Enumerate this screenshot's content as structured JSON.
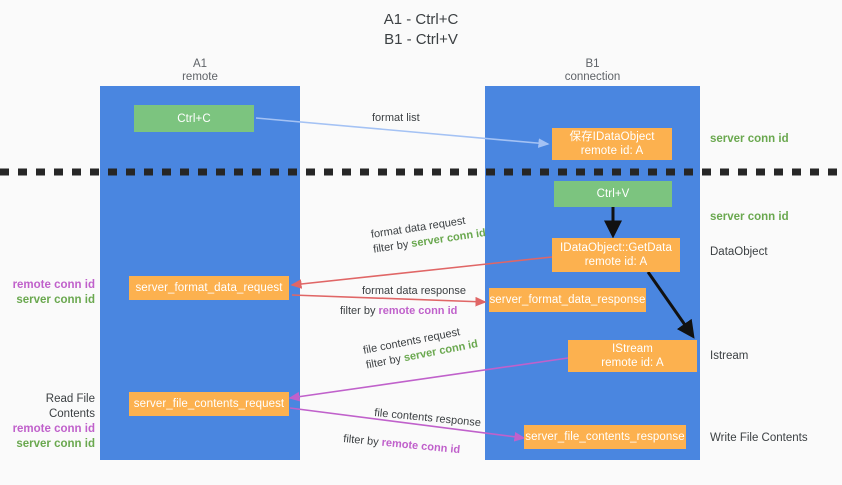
{
  "title": "A1 - Ctrl+C\nB1 - Ctrl+V",
  "colors": {
    "lane": "#4a86e0",
    "green_node": "#7cc47f",
    "orange_node": "#fcb14f",
    "server_conn": "#6aa84f",
    "remote_conn": "#c061cb",
    "arrow_blue": "#a4c2f4",
    "arrow_red": "#e06666",
    "arrow_magenta": "#c061cb",
    "arrow_black": "#000000",
    "background": "#fafafa"
  },
  "lanes": [
    {
      "id": "a1",
      "title": "A1",
      "subtitle": "remote"
    },
    {
      "id": "b1",
      "title": "B1",
      "subtitle": "connection"
    }
  ],
  "nodes": [
    {
      "id": "ctrl-c",
      "lane": "a1",
      "kind": "green",
      "line1": "Ctrl+C",
      "line2": ""
    },
    {
      "id": "store-idataobject",
      "lane": "b1",
      "kind": "orange",
      "line1": "保存IDataObject",
      "line2": "remote id: A"
    },
    {
      "id": "ctrl-v",
      "lane": "b1",
      "kind": "green",
      "line1": "Ctrl+V",
      "line2": ""
    },
    {
      "id": "idataobject-getdata",
      "lane": "b1",
      "kind": "orange",
      "line1": "IDataObject::GetData",
      "line2": "remote id: A"
    },
    {
      "id": "server-format-data-request",
      "lane": "a1",
      "kind": "orange",
      "line1": "server_format_data_request",
      "line2": ""
    },
    {
      "id": "server-format-data-response",
      "lane": "b1",
      "kind": "orange",
      "line1": "server_format_data_response",
      "line2": ""
    },
    {
      "id": "istream",
      "lane": "b1",
      "kind": "orange",
      "line1": "IStream",
      "line2": "remote id: A"
    },
    {
      "id": "server-file-contents-request",
      "lane": "a1",
      "kind": "orange",
      "line1": "server_file_contents_request",
      "line2": ""
    },
    {
      "id": "server-file-contents-response",
      "lane": "b1",
      "kind": "orange",
      "line1": "server_file_contents_response",
      "line2": ""
    }
  ],
  "edge_captions": {
    "format_list": "format list",
    "format_data_request": "format data request",
    "format_data_request_filter_prefix": "filter by ",
    "format_data_request_filter_value": "server conn id",
    "format_data_response": "format data response",
    "format_data_response_filter_prefix": "filter by ",
    "format_data_response_filter_value": "remote conn id",
    "file_contents_request": "file contents request",
    "file_contents_request_filter_prefix": "filter by ",
    "file_contents_request_filter_value": "server conn id",
    "file_contents_response": "file contents response",
    "file_contents_response_filter_prefix": "filter by ",
    "file_contents_response_filter_value": "remote conn id"
  },
  "right_labels": [
    {
      "id": "server-conn-id-top",
      "text": "server conn id",
      "style": "server"
    },
    {
      "id": "server-conn-id-mid",
      "text": "server conn id",
      "style": "server"
    },
    {
      "id": "dataobject",
      "text": "DataObject",
      "style": "plain"
    },
    {
      "id": "istream",
      "text": "Istream",
      "style": "plain"
    },
    {
      "id": "write-file-contents",
      "text": "Write File Contents",
      "style": "plain"
    }
  ],
  "left_labels": {
    "format_remote": "remote conn id",
    "format_server": "server conn id",
    "read_file_contents": "Read File Contents",
    "file_remote": "remote conn id",
    "file_server": "server conn id"
  }
}
